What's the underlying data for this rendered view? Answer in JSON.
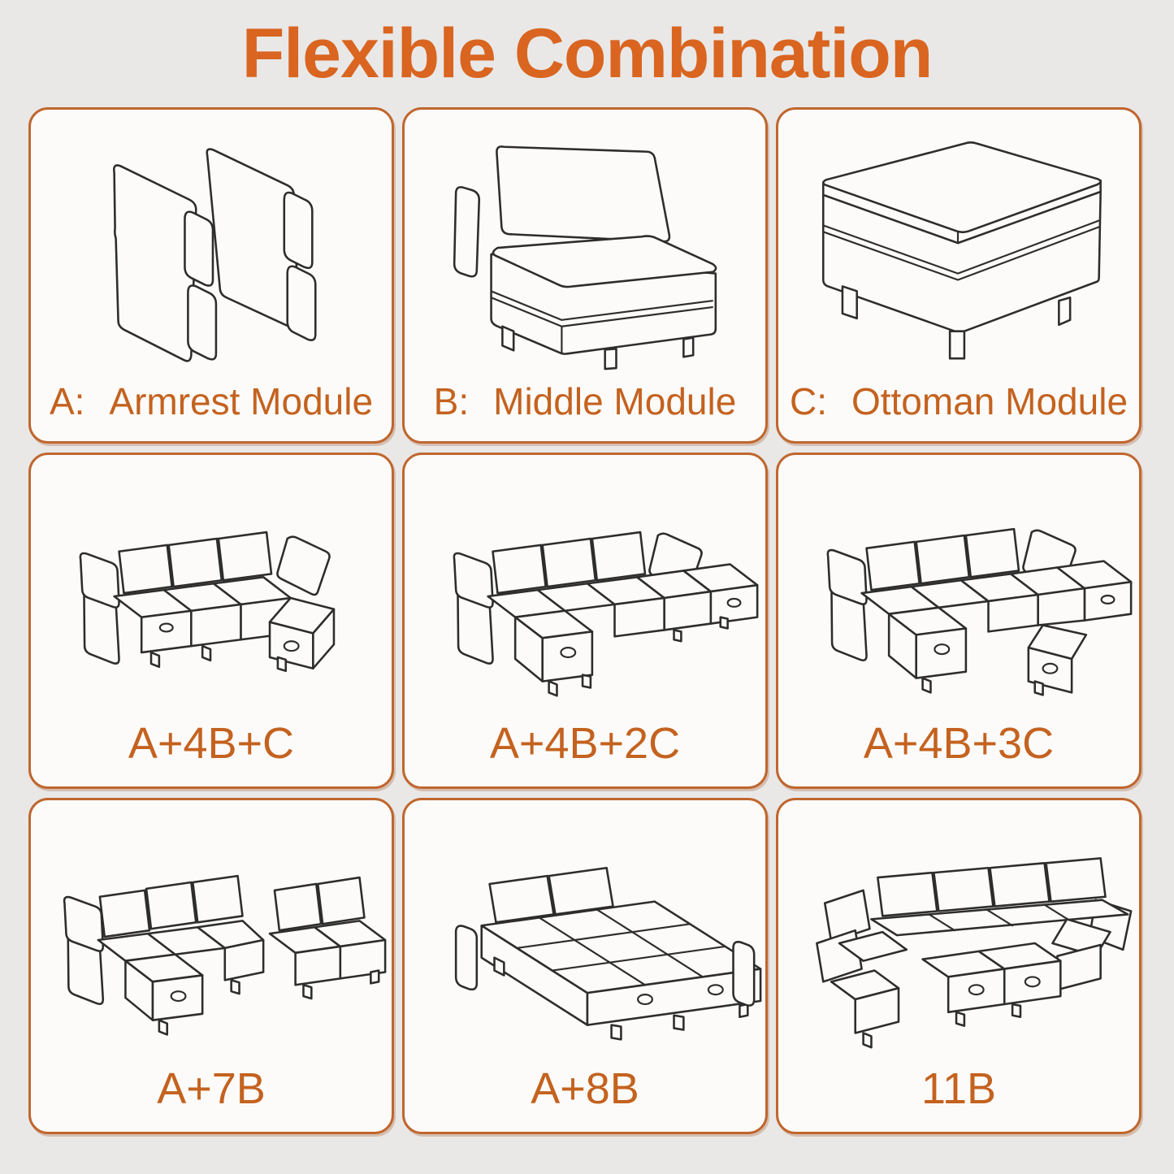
{
  "page": {
    "title": "Flexible Combination"
  },
  "colors": {
    "background": "#e9e8e7",
    "card_background": "#fcfbf9",
    "card_border": "#c0662e",
    "title_text": "#d96520",
    "caption_text": "#c4621f",
    "line_art": "#2d2d2d"
  },
  "cards": [
    {
      "id": "armrest-module",
      "prefix": "A:",
      "name": "Armrest Module",
      "drawing": "armrest-module-line-art"
    },
    {
      "id": "middle-module",
      "prefix": "B:",
      "name": "Middle Module",
      "drawing": "middle-module-line-art"
    },
    {
      "id": "ottoman-module",
      "prefix": "C:",
      "name": "Ottoman Module",
      "drawing": "ottoman-module-line-art"
    },
    {
      "id": "combo-a-4b-c",
      "label": "A+4B+C",
      "drawing": "l-shaped-sectional-line-art"
    },
    {
      "id": "combo-a-4b-2c",
      "label": "A+4B+2C",
      "drawing": "sectional-two-ottomans-line-art"
    },
    {
      "id": "combo-a-4b-3c",
      "label": "A+4B+3C",
      "drawing": "u-shaped-sectional-line-art"
    },
    {
      "id": "combo-a-7b",
      "label": "A+7B",
      "drawing": "corner-sofa-plus-loveseat-line-art"
    },
    {
      "id": "combo-a-8b",
      "label": "A+8B",
      "drawing": "sofa-bed-line-art"
    },
    {
      "id": "combo-11b",
      "label": "11B",
      "drawing": "large-u-sectional-line-art"
    }
  ]
}
